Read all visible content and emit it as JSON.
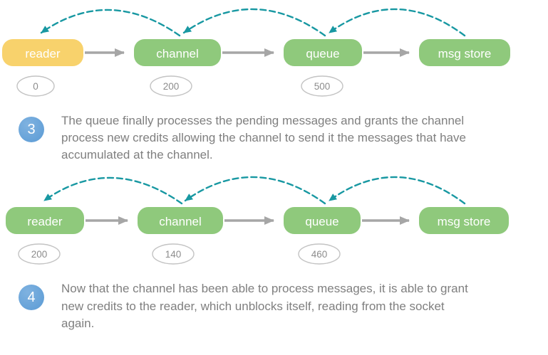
{
  "diagram1": {
    "nodes": [
      {
        "label": "reader"
      },
      {
        "label": "channel"
      },
      {
        "label": "queue"
      },
      {
        "label": "msg store"
      }
    ],
    "credits": [
      "0",
      "200",
      "500"
    ]
  },
  "diagram2": {
    "nodes": [
      {
        "label": "reader"
      },
      {
        "label": "channel"
      },
      {
        "label": "queue"
      },
      {
        "label": "msg store"
      }
    ],
    "credits": [
      "200",
      "140",
      "460"
    ]
  },
  "steps": [
    {
      "number": "3",
      "text": "The queue finally processes the pending messages and grants the channel process new credits allowing the channel to send it the messages that have accumulated at the channel."
    },
    {
      "number": "4",
      "text": "Now that the channel has been able to process messages, it is able to grant new credits to the reader, which unblocks itself, reading from the socket again."
    }
  ],
  "colors": {
    "node_green": "#8FC97C",
    "node_yellow": "#F8D26C",
    "credit_arc_teal": "#1898A2",
    "flow_arrow_gray": "#A6A6A6",
    "step_circle_blue": "#5B9BD5",
    "body_text_gray": "#7F7F7F"
  }
}
